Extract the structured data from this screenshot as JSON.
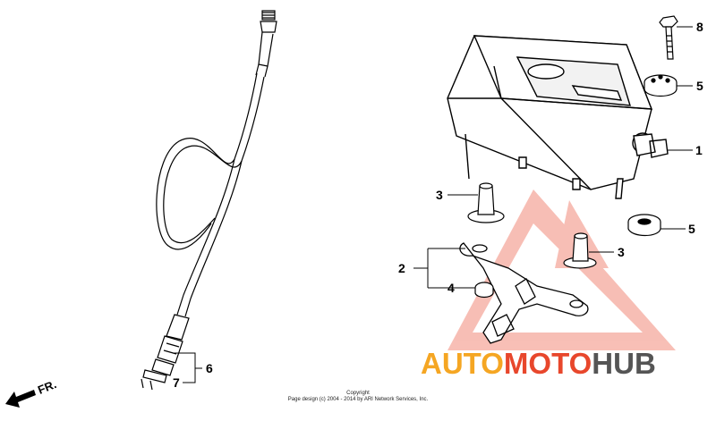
{
  "callouts": {
    "c1": "1",
    "c2": "2",
    "c3a": "3",
    "c3b": "3",
    "c4": "4",
    "c5a": "5",
    "c5b": "5",
    "c6": "6",
    "c7": "7",
    "c8": "8"
  },
  "direction": {
    "label": "FR."
  },
  "copyright": {
    "line1": "Copyright",
    "line2": "Page design (c) 2004 - 2014 by ARI Network Services, Inc."
  },
  "watermark": {
    "part1": "AUTO",
    "part2": "MOTO",
    "part3": "HUB",
    "color_orange": "#f5a623",
    "color_red": "#e8472c",
    "color_dark": "#555555"
  }
}
